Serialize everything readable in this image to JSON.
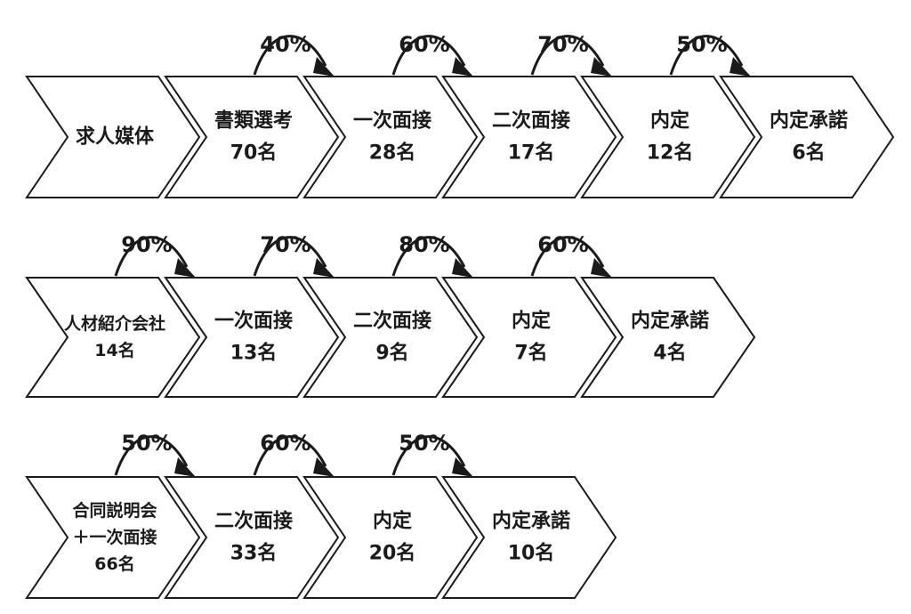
{
  "rows": [
    {
      "stages": [
        {
          "lines": [
            "求人媒体"
          ]
        },
        {
          "lines": [
            "書類選考",
            "70名"
          ]
        },
        {
          "lines": [
            "一次面接",
            "28名"
          ]
        },
        {
          "lines": [
            "二次面接",
            "17名"
          ]
        },
        {
          "lines": [
            "内定",
            "12名"
          ]
        },
        {
          "lines": [
            "内定承諾",
            "6名"
          ]
        }
      ],
      "rates": [
        {
          "text": "40%",
          "value": 0.4
        },
        {
          "text": "60%",
          "value": 0.6
        },
        {
          "text": "70%",
          "value": 0.7
        },
        {
          "text": "50%",
          "value": 0.5
        }
      ]
    },
    {
      "stages": [
        {
          "lines": [
            "人材紹介会社",
            "14名"
          ]
        },
        {
          "lines": [
            "一次面接",
            "13名"
          ]
        },
        {
          "lines": [
            "二次面接",
            "9名"
          ]
        },
        {
          "lines": [
            "内定",
            "7名"
          ]
        },
        {
          "lines": [
            "内定承諾",
            "4名"
          ]
        }
      ],
      "rates": [
        {
          "text": "90%",
          "value": 0.9
        },
        {
          "text": "70%",
          "value": 0.7
        },
        {
          "text": "80%",
          "value": 0.8
        },
        {
          "text": "60%",
          "value": 0.6
        }
      ]
    },
    {
      "stages": [
        {
          "lines": [
            "合同説明会",
            "＋一次面接",
            "66名"
          ]
        },
        {
          "lines": [
            "二次面接",
            "33名"
          ]
        },
        {
          "lines": [
            "内定",
            "20名"
          ]
        },
        {
          "lines": [
            "内定承諾",
            "10名"
          ]
        }
      ],
      "rates": [
        {
          "text": "50%",
          "value": 0.5
        },
        {
          "text": "60%",
          "value": 0.6
        },
        {
          "text": "50%",
          "value": 0.5
        }
      ]
    }
  ]
}
